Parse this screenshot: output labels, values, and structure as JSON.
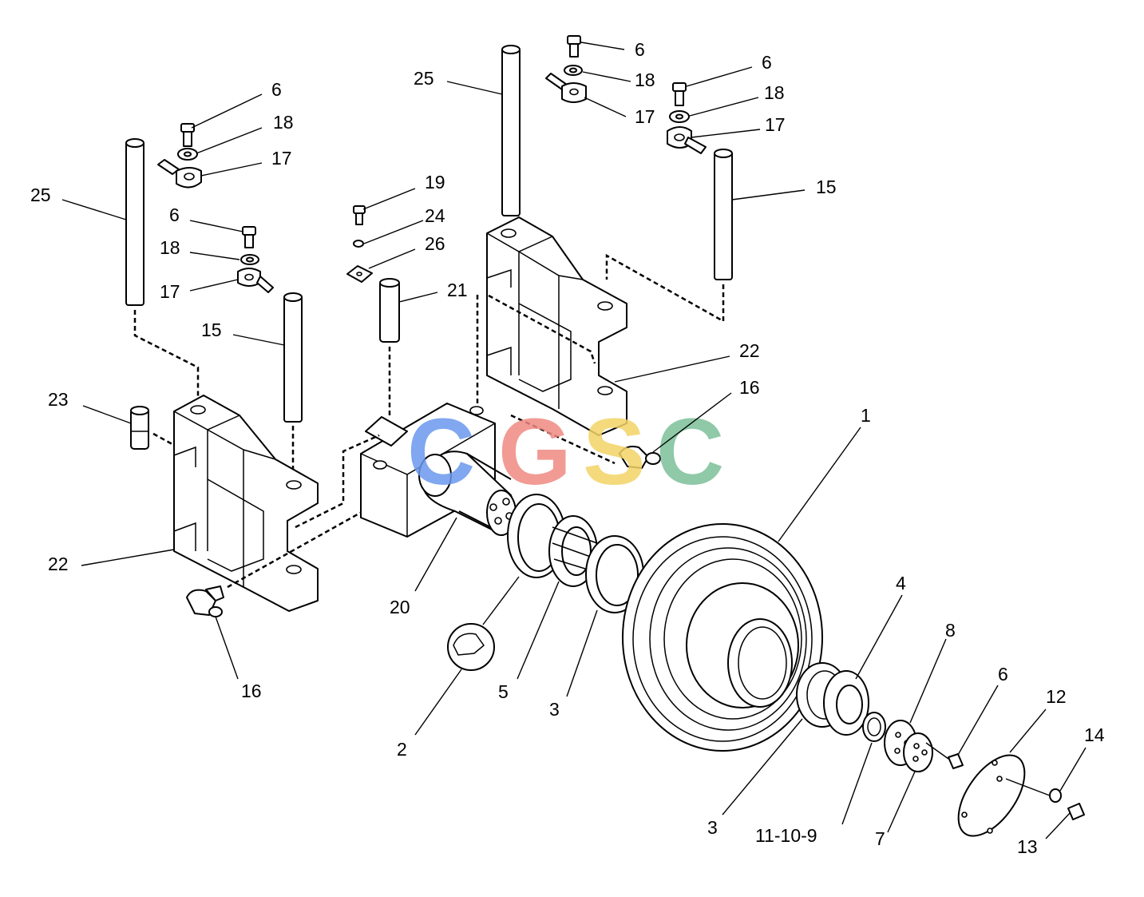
{
  "colors": {
    "line": "#000000",
    "background": "#ffffff",
    "wm_c1": "#6a98ee",
    "wm_g": "#ef8a82",
    "wm_s": "#f3d466",
    "wm_c2": "#7cc09a"
  },
  "watermark": {
    "letters": [
      "C",
      "G",
      "S",
      "C"
    ]
  },
  "callouts": {
    "c1": "1",
    "c2": "2",
    "c3a": "3",
    "c3b": "3",
    "c4": "4",
    "c5": "5",
    "c6a": "6",
    "c6b": "6",
    "c6c": "6",
    "c6d": "6",
    "c6e": "6",
    "c7": "7",
    "c8": "8",
    "c11109": "11-10-9",
    "c12": "12",
    "c13": "13",
    "c14": "14",
    "c15a": "15",
    "c15b": "15",
    "c16a": "16",
    "c16b": "16",
    "c17a": "17",
    "c17b": "17",
    "c17c": "17",
    "c17d": "17",
    "c18a": "18",
    "c18b": "18",
    "c18c": "18",
    "c18d": "18",
    "c19": "19",
    "c20": "20",
    "c21": "21",
    "c22a": "22",
    "c22b": "22",
    "c23": "23",
    "c24": "24",
    "c25a": "25",
    "c25b": "25",
    "c26": "26"
  }
}
